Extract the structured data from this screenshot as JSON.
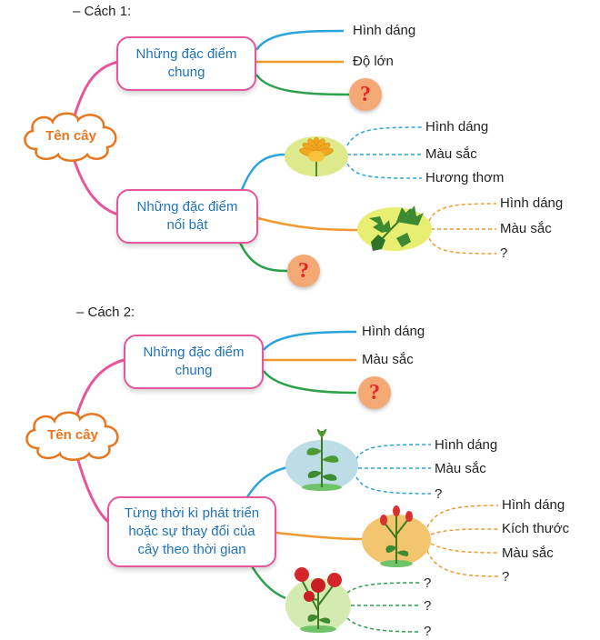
{
  "method1": {
    "heading": "– Cách 1:",
    "root": "Tên cây",
    "common": {
      "line1": "Những đặc điểm",
      "line2": "chung",
      "items": [
        "Hình dáng",
        "Độ lớn"
      ],
      "question": "?"
    },
    "distinct": {
      "line1": "Những đặc điểm",
      "line2": "nổi bật",
      "flower_items": [
        "Hình dáng",
        "Màu sắc",
        "Hương thơm"
      ],
      "leaf_items": [
        "Hình dáng",
        "Màu sắc",
        "?"
      ],
      "question": "?"
    }
  },
  "method2": {
    "heading": "– Cách 2:",
    "root": "Tên cây",
    "common": {
      "line1": "Những đặc điểm",
      "line2": "chung",
      "items": [
        "Hình dáng",
        "Màu sắc"
      ],
      "question": "?"
    },
    "growth": {
      "line1": "Từng thời kì phát triển",
      "line2": "hoặc sự thay đổi của",
      "line3": "cây theo thời gian",
      "stage1_items": [
        "Hình dáng",
        "Màu sắc",
        "?"
      ],
      "stage2_items": [
        "Hình dáng",
        "Kích thước",
        "Màu sắc",
        "?"
      ],
      "stage3_items": [
        "?",
        "?",
        "?"
      ]
    }
  },
  "colors": {
    "pink": "#e7559a",
    "blue": "#2ba3db",
    "orange": "#ef9a30",
    "green": "#2ca14a",
    "title": "#1f72b8",
    "cloud": "#e8761e"
  }
}
